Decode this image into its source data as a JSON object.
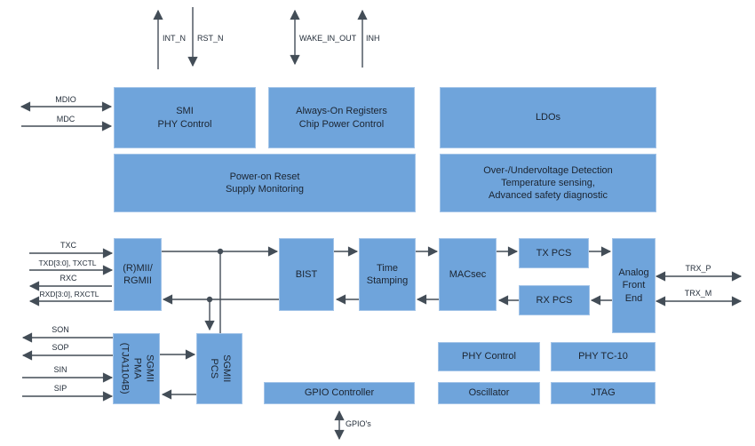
{
  "diagram_title": "Ethernet PHY block diagram",
  "colors": {
    "block_fill": "#6FA4DB",
    "block_border": "#A3C4E8",
    "wire": "#434D57",
    "text": "#1B2430",
    "background": "#FFFFFF"
  },
  "blocks": {
    "smi_phy_control": "SMI\nPHY Control",
    "always_on": "Always-On Registers\nChip Power Control",
    "ldos": "LDOs",
    "power_on_reset": "Power-on Reset\nSupply Monitoring",
    "over_undervoltage": "Over-/Undervoltage Detection\nTemperature sensing,\nAdvanced safety diagnostic",
    "rmii_rgmii": "(R)MII/\nRGMII",
    "bist": "BIST",
    "time_stamping": "Time\nStamping",
    "macsec": "MACsec",
    "tx_pcs": "TX PCS",
    "rx_pcs": "RX PCS",
    "analog_front_end": "Analog\nFront\nEnd",
    "sgmii_pma": "SGMII PMA\n(TJA1104B)",
    "sgmii_pcs": "SGMII PCS",
    "gpio_controller": "GPIO Controller",
    "phy_control": "PHY Control",
    "phy_tc10": "PHY TC-10",
    "oscillator": "Oscillator",
    "jtag": "JTAG"
  },
  "pins": {
    "top": [
      "INT_N",
      "RST_N",
      "WAKE_IN_OUT",
      "INH"
    ],
    "smi": [
      "MDIO",
      "MDC"
    ],
    "mii": [
      "TXC",
      "TXD[3:0], TXCTL",
      "RXC",
      "RXD[3:0], RXCTL"
    ],
    "sgmii": [
      "SON",
      "SOP",
      "SIN",
      "SIP"
    ],
    "right": [
      "TRX_P",
      "TRX_M"
    ],
    "bottom": [
      "GPIO's"
    ]
  }
}
